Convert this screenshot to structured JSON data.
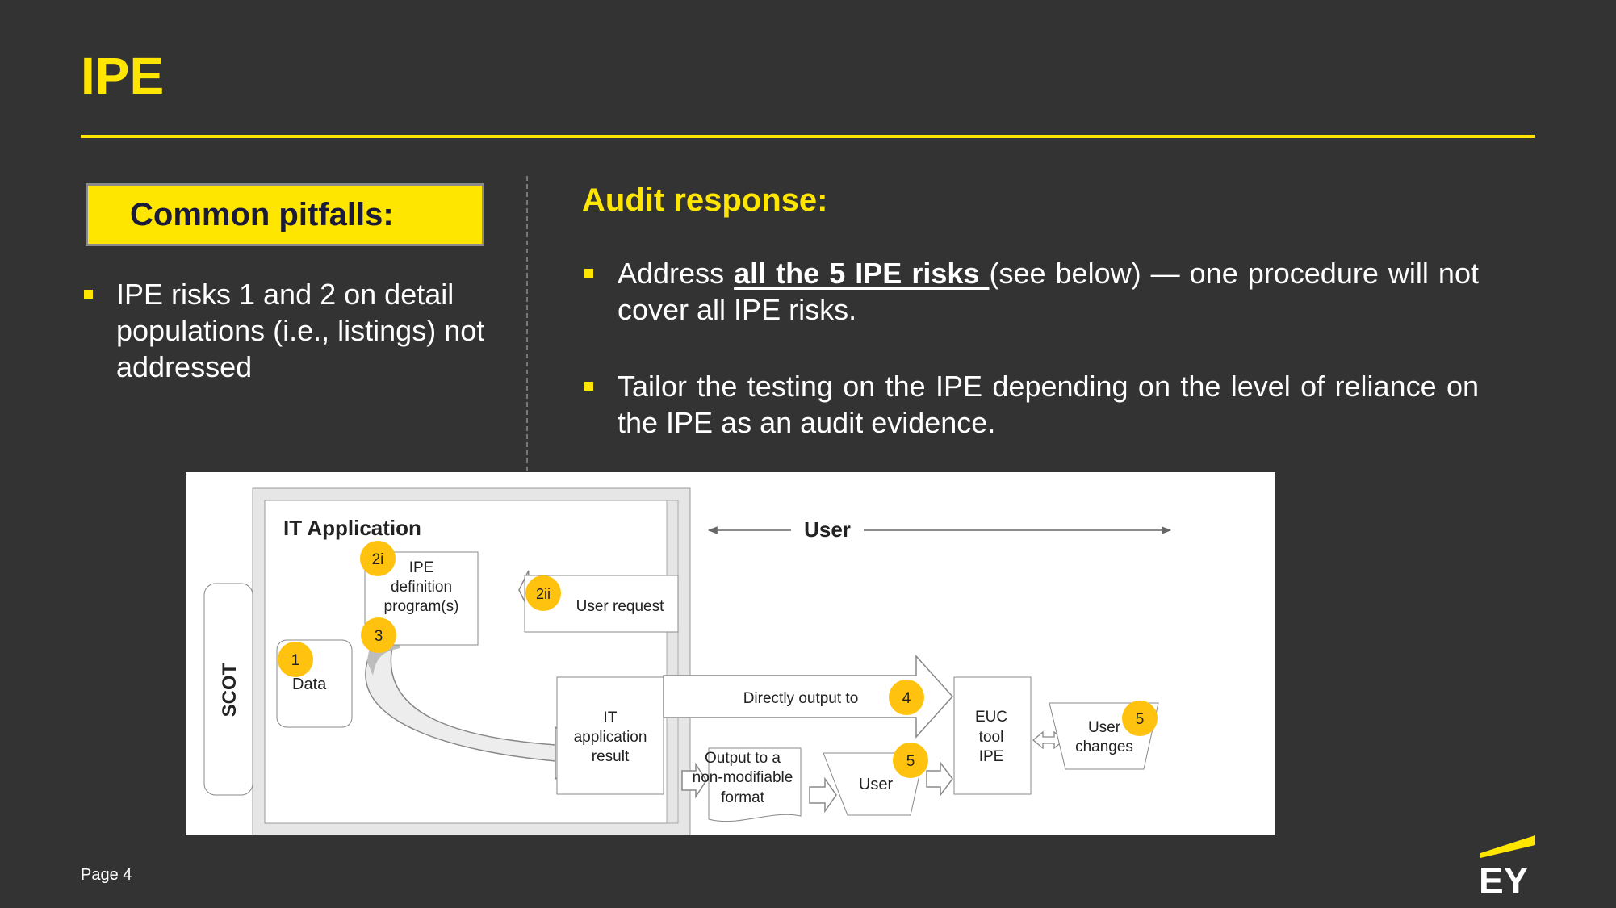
{
  "slide": {
    "title": "IPE",
    "page_label": "Page 4"
  },
  "pitfalls": {
    "heading": "Common pitfalls:",
    "items": [
      "IPE risks 1 and 2 on detail populations (i.e., listings) not addressed"
    ]
  },
  "audit": {
    "heading": "Audit response:",
    "item1": {
      "before": "Address ",
      "emphasis": "all the 5 IPE risks ",
      "after": "(see below) — one procedure will not cover all IPE risks."
    },
    "item2": "Tailor the testing on the IPE depending on the level of reliance on the IPE as an audit evidence."
  },
  "diagram": {
    "it_application": "IT Application",
    "user_header": "User",
    "scot": "SCOT",
    "data": "Data",
    "ipe_def": [
      "IPE",
      "definition",
      "program(s)"
    ],
    "user_request": "User request",
    "it_result": [
      "IT",
      "application",
      "result"
    ],
    "directly_output": "Directly output to",
    "output_format": [
      "Output to a",
      "non-modifiable",
      "format"
    ],
    "user_box": "User",
    "euc": [
      "EUC",
      "tool",
      "IPE"
    ],
    "user_changes": [
      "User",
      "changes"
    ],
    "badges": {
      "b1": "1",
      "b2i": "2i",
      "b2ii": "2ii",
      "b3": "3",
      "b4": "4",
      "b5a": "5",
      "b5b": "5"
    }
  },
  "colors": {
    "background": "#333333",
    "accent_yellow": "#FFE600",
    "badge_yellow": "#FFC20E"
  },
  "logo": {
    "text": "EY"
  }
}
